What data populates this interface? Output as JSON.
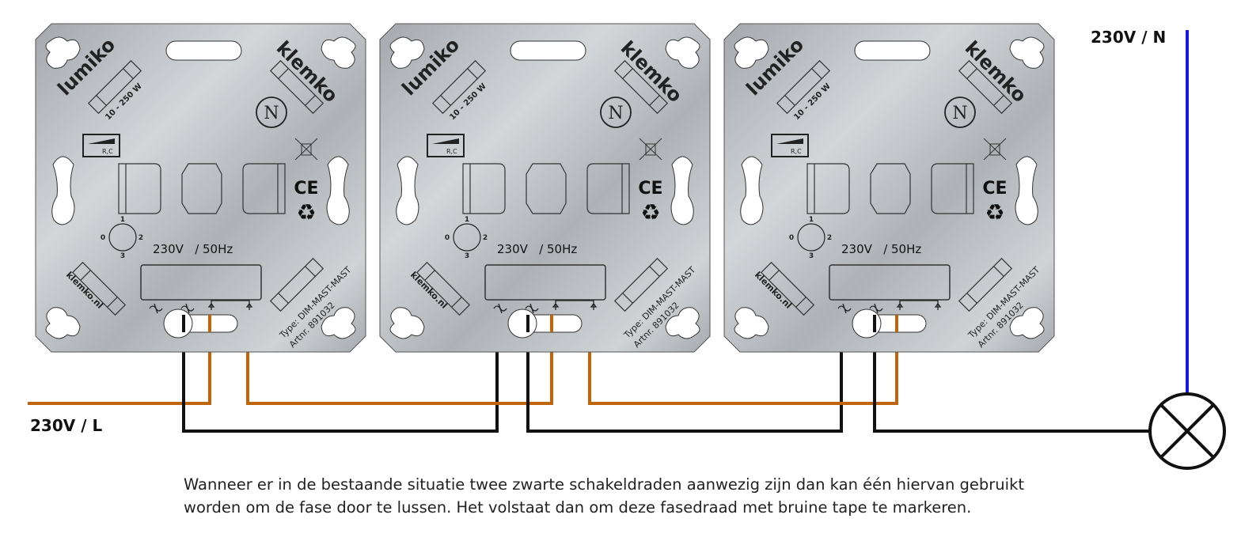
{
  "labels": {
    "neutral": "230V / N",
    "live": "230V / L"
  },
  "module": {
    "brand_left": "lumiko",
    "power_range": "10 - 250 W",
    "brand_right": "klemko",
    "neutral_symbol": "N",
    "load_type": "R,C",
    "ce_mark": "CE",
    "dial": {
      "top": "1",
      "left": "0",
      "right": "2",
      "bottom": "3"
    },
    "rating": "230V   / 50Hz",
    "website": "klemko.nl",
    "type": "Type: DIM-MAST-MAST",
    "artnr": "Artnr. 891032"
  },
  "caption": {
    "line1": "Wanneer er in de bestaande situatie twee zwarte schakeldraden aanwezig zijn dan kan één hiervan gebruikt",
    "line2": "worden om de fase door te lussen. Het volstaat dan om deze fasedraad met bruine tape te markeren."
  },
  "colors": {
    "brown": "#c0650f",
    "black": "#111111",
    "blue": "#1a1ad6",
    "plate": "#bfc3c7"
  }
}
